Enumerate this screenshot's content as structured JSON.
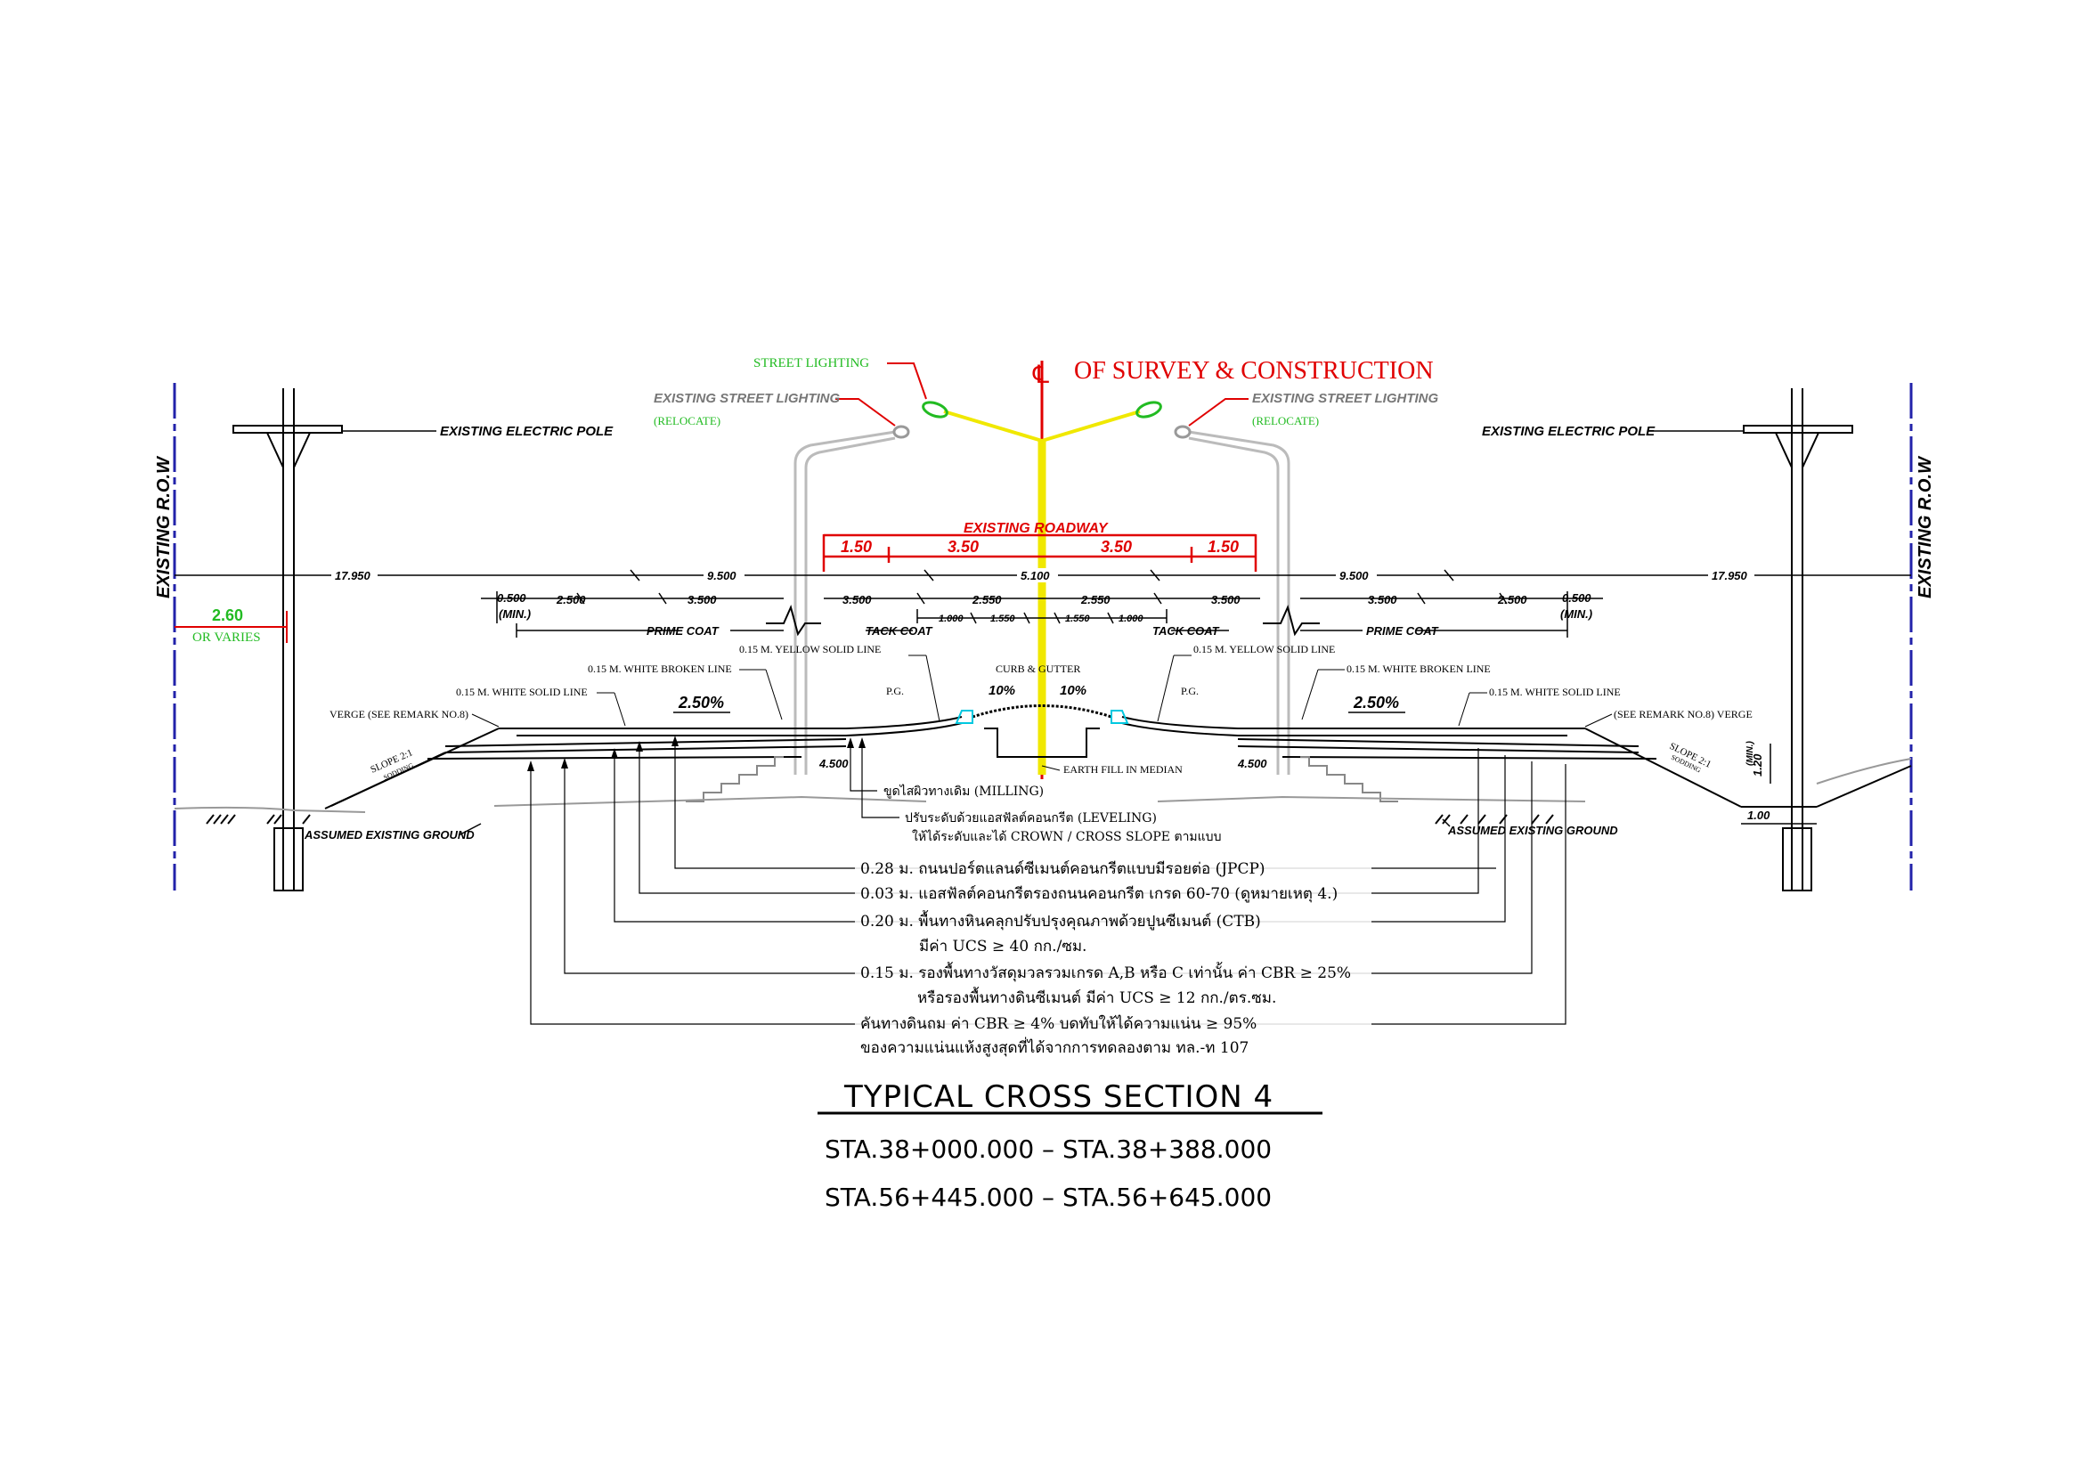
{
  "centerline": {
    "symbol": "℄",
    "label": "OF SURVEY & CONSTRUCTION"
  },
  "labels": {
    "street_lighting": "STREET LIGHTING",
    "existing_street_lighting": "EXISTING STREET LIGHTING",
    "relocate": "(RELOCATE)",
    "existing_electric_pole": "EXISTING ELECTRIC POLE",
    "existing_row": "EXISTING R.O.W",
    "existing_roadway": "EXISTING ROADWAY",
    "or_varies": "OR VARIES",
    "prime_coat": "PRIME COAT",
    "tack_coat": "TACK COAT",
    "yellow_solid_line": "0.15 M. YELLOW SOLID LINE",
    "white_broken_line": "0.15 M. WHITE BROKEN LINE",
    "white_solid_line": "0.15 M. WHITE SOLID LINE",
    "curb_gutter": "CURB & GUTTER",
    "pg": "P.G.",
    "verge_left": "VERGE  (SEE REMARK NO.8)",
    "verge_right": "(SEE REMARK NO.8)  VERGE",
    "slope": "SLOPE 2:1",
    "sodding": "SODDING",
    "earth_fill_median": "EARTH FILL IN MEDIAN",
    "assumed_existing_ground": "ASSUMED EXISTING GROUND",
    "min": "(MIN.)",
    "milling": "ขูดไสผิวทางเดิม (MILLING)",
    "leveling_1": "ปรับระดับด้วยแอสฟัลต์คอนกรีต (LEVELING)",
    "leveling_2": "ให้ได้ระดับและได้ CROWN / CROSS SLOPE ตามแบบ"
  },
  "dimensions": {
    "row_offset": "2.60",
    "outer": "17.950",
    "inner": "9.500",
    "median": "5.100",
    "d_500": "0.500",
    "d_2500": "2.500",
    "d_3500": "3.500",
    "d_2550": "2.550",
    "d_1000": "1.000",
    "d_1550": "1.550",
    "d_4500": "4.500",
    "depth": "1.20",
    "ditch": "1.00",
    "roadway": [
      "1.50",
      "3.50",
      "3.50",
      "1.50"
    ],
    "slope_pct": "2.50%",
    "median_pct": "10%"
  },
  "layers": [
    "0.28 ม. ถนนปอร์ตแลนด์ซีเมนต์คอนกรีตแบบมีรอยต่อ (JPCP)",
    "0.03 ม. แอสฟัลต์คอนกรีตรองถนนคอนกรีต เกรด 60-70 (ดูหมายเหตุ 4.)",
    "0.20 ม. พื้นทางหินคลุกปรับปรุงคุณภาพด้วยปูนซีเมนต์ (CTB)",
    "มีค่า UCS ≥ 40 กก./ซม.",
    "0.15 ม. รองพื้นทางวัสดุมวลรวมเกรด A,B หรือ C เท่านั้น ค่า CBR ≥ 25%",
    "หรือรองพื้นทางดินซีเมนต์ มีค่า UCS ≥ 12 กก./ตร.ซม.",
    "คันทางดินถม ค่า CBR ≥ 4% บดทับให้ได้ความแน่น ≥ 95%",
    "ของความแน่นแห้งสูงสุดที่ได้จากการทดลองตาม ทล.-ท 107"
  ],
  "title": "TYPICAL CROSS SECTION 4",
  "stations": [
    "STA.38+000.000  –  STA.38+388.000",
    "STA.56+445.000  –  STA.56+645.000"
  ],
  "colors": {
    "red": "#e00000",
    "green": "#22bb22",
    "yellow": "#f0e800",
    "cyan": "#00c8e0",
    "blue": "#2222aa"
  }
}
